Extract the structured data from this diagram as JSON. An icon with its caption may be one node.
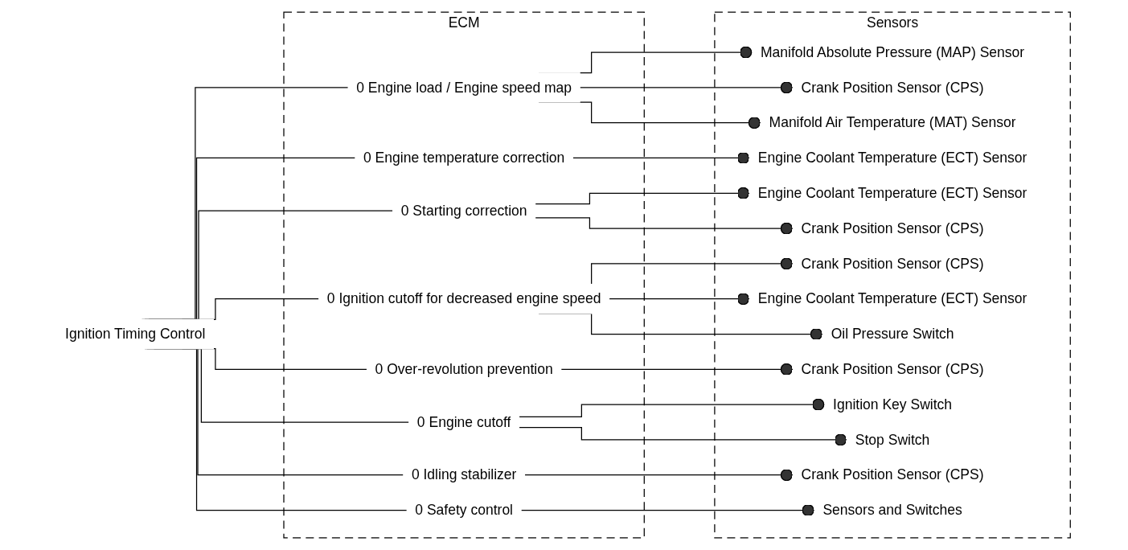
{
  "diagram": {
    "nodes": [
      {
        "text": [
          "Ignition Timing Control"
        ]
      },
      {
        "text": [
          "ECM"
        ]
      },
      {
        "text": [
          "0 Engine load / Engine speed map"
        ],
        "in": 1
      },
      {
        "text": [
          "0 Engine temperature correction"
        ],
        "in": 1
      },
      {
        "text": [
          "0 Starting correction"
        ],
        "in": 1
      },
      {
        "text": [
          "0 Ignition cutoff for decreased engine speed"
        ],
        "in": 1
      },
      {
        "text": [
          "0 Over-revolution prevention"
        ],
        "in": 1
      },
      {
        "text": [
          "0 Engine cutoff"
        ],
        "in": 1
      },
      {
        "text": [
          "0 Idling stabilizer"
        ],
        "in": 1
      },
      {
        "text": [
          "0 Safety control"
        ],
        "in": 1
      },
      {
        "text": [
          "Sensors"
        ]
      },
      {
        "text": [
          "Manifold Absolute Pressure (MAP) Sensor"
        ],
        "in": 10
      },
      {
        "text": [
          "Crank Position Sensor (CPS)"
        ],
        "in": 10
      },
      {
        "text": [
          "Manifold Air Temperature (MAT) Sensor"
        ],
        "in": 10
      },
      {
        "text": [
          "Engine Coolant Temperature (ECT) Sensor"
        ],
        "in": 10
      },
      {
        "text": [
          "Engine Coolant Temperature (ECT) Sensor"
        ],
        "in": 10
      },
      {
        "text": [
          "Crank Position Sensor (CPS)"
        ],
        "in": 10
      },
      {
        "text": [
          "Crank Position Sensor (CPS)"
        ],
        "in": 10
      },
      {
        "text": [
          "Engine Coolant Temperature (ECT) Sensor"
        ],
        "in": 10
      },
      {
        "text": [
          "Oil Pressure Switch"
        ],
        "in": 10
      },
      {
        "text": [
          "Crank Position Sensor (CPS)"
        ],
        "in": 10
      },
      {
        "text": [
          "Ignition Key Switch"
        ],
        "in": 10
      },
      {
        "text": [
          "Stop Switch"
        ],
        "in": 10
      },
      {
        "text": [
          "Crank Position Sensor (CPS)"
        ],
        "in": 10
      },
      {
        "text": [
          "Sensors and Switches"
        ],
        "in": 10
      }
    ],
    "edges": [
      {
        "from": 0,
        "to": 2,
        "arrow": "none"
      },
      {
        "from": 0,
        "to": 3,
        "arrow": "none"
      },
      {
        "from": 0,
        "to": 4,
        "arrow": "none"
      },
      {
        "from": 0,
        "to": 5,
        "arrow": "none"
      },
      {
        "from": 0,
        "to": 6,
        "arrow": "none"
      },
      {
        "from": 0,
        "to": 7,
        "arrow": "none"
      },
      {
        "from": 0,
        "to": 8,
        "arrow": "none"
      },
      {
        "from": 0,
        "to": 9,
        "arrow": "none"
      },
      {
        "from": 2,
        "to": 11,
        "arrow": "other"
      },
      {
        "from": 2,
        "to": 12,
        "arrow": "other"
      },
      {
        "from": 2,
        "to": 13,
        "arrow": "other"
      },
      {
        "from": 3,
        "to": 14,
        "arrow": "other"
      },
      {
        "from": 4,
        "to": 15,
        "arrow": "other"
      },
      {
        "from": 4,
        "to": 16,
        "arrow": "other"
      },
      {
        "from": 5,
        "to": 17,
        "arrow": "other"
      },
      {
        "from": 5,
        "to": 18,
        "arrow": "other"
      },
      {
        "from": 5,
        "to": 19,
        "arrow": "other"
      },
      {
        "from": 6,
        "to": 20,
        "arrow": "other"
      },
      {
        "from": 7,
        "to": 21,
        "arrow": "other"
      },
      {
        "from": 7,
        "to": 22,
        "arrow": "other"
      },
      {
        "from": 8,
        "to": 23,
        "arrow": "other"
      },
      {
        "from": 9,
        "to": 24,
        "arrow": "other"
      }
    ]
  }
}
